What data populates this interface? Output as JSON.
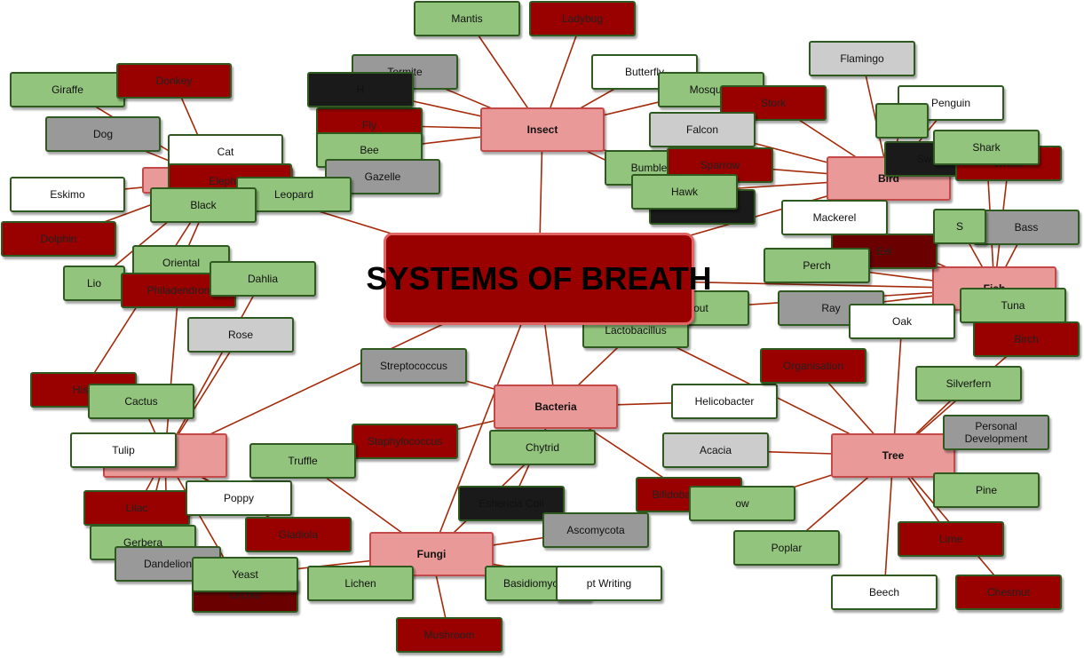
{
  "title": "SYSTEMS OF BREATH",
  "colors": {
    "edge": "#a52a0a",
    "green": "#93c47d",
    "red": "#990000",
    "pink": "#ea9999",
    "border": "#2e5a1f"
  },
  "categories": [
    {
      "id": "insect",
      "label": "Insect"
    },
    {
      "id": "bird",
      "label": "Bird"
    },
    {
      "id": "fish",
      "label": "Fish"
    },
    {
      "id": "bacteria",
      "label": "Bacteria"
    },
    {
      "id": "fungi",
      "label": "Fungi"
    },
    {
      "id": "tree",
      "label": "Tree"
    },
    {
      "id": "mammal",
      "label": ""
    },
    {
      "id": "flower",
      "label": ""
    }
  ],
  "items": [
    {
      "id": "mantis",
      "label": "Mantis",
      "parent": "insect"
    },
    {
      "id": "ladybug",
      "label": "Ladybug",
      "parent": "insect"
    },
    {
      "id": "butterfly",
      "label": "Butterfly",
      "parent": "insect"
    },
    {
      "id": "termite",
      "label": "Termite",
      "parent": "insect"
    },
    {
      "id": "fly",
      "label": "Fly",
      "parent": "insect"
    },
    {
      "id": "bee",
      "label": "Bee",
      "parent": "insect"
    },
    {
      "id": "mosquito",
      "label": "Mosquito",
      "parent": "insect"
    },
    {
      "id": "bumblebee",
      "label": "Bumblebee",
      "parent": "insect"
    },
    {
      "id": "dragonfly",
      "label": "",
      "parent": "insect"
    },
    {
      "id": "hornet",
      "label": "H",
      "parent": "insect"
    },
    {
      "id": "gazelle",
      "label": "Gazelle",
      "parent": "mammal"
    },
    {
      "id": "flamingo",
      "label": "Flamingo",
      "parent": "bird"
    },
    {
      "id": "penguin",
      "label": "Penguin",
      "parent": "bird"
    },
    {
      "id": "stork",
      "label": "Stork",
      "parent": "bird"
    },
    {
      "id": "falcon",
      "label": "Falcon",
      "parent": "bird"
    },
    {
      "id": "sparrow",
      "label": "Sparrow",
      "parent": "bird"
    },
    {
      "id": "hawk",
      "label": "Hawk",
      "parent": "bird"
    },
    {
      "id": "swan",
      "label": "Sw",
      "parent": "bird"
    },
    {
      "id": "eagle",
      "label": "",
      "parent": "bird"
    },
    {
      "id": "whale",
      "label": "Whale",
      "parent": "fish"
    },
    {
      "id": "bass",
      "label": "Bass",
      "parent": "fish"
    },
    {
      "id": "mackerel",
      "label": "Mackerel",
      "parent": "fish"
    },
    {
      "id": "eel",
      "label": "Eel",
      "parent": "fish"
    },
    {
      "id": "perch",
      "label": "Perch",
      "parent": "fish"
    },
    {
      "id": "ray",
      "label": "Ray",
      "parent": "fish"
    },
    {
      "id": "tuna",
      "label": "Tuna",
      "parent": "fish"
    },
    {
      "id": "trout",
      "label": "Trout",
      "parent": "fish"
    },
    {
      "id": "shark",
      "label": "Shark",
      "parent": "fish"
    },
    {
      "id": "salmon",
      "label": "S",
      "parent": "fish"
    },
    {
      "id": "giraffe",
      "label": "Giraffe",
      "parent": "mammal"
    },
    {
      "id": "donkey",
      "label": "Donkey",
      "parent": "mammal"
    },
    {
      "id": "dog",
      "label": "Dog",
      "parent": "mammal"
    },
    {
      "id": "cat",
      "label": "Cat",
      "parent": "mammal"
    },
    {
      "id": "elephant",
      "label": "Elephant",
      "parent": "mammal"
    },
    {
      "id": "leopard",
      "label": "Leopard",
      "parent": "mammal"
    },
    {
      "id": "eskimo",
      "label": "Eskimo",
      "parent": "mammal"
    },
    {
      "id": "black",
      "label": "Black",
      "parent": "mammal"
    },
    {
      "id": "dolphin",
      "label": "Dolphin",
      "parent": "mammal"
    },
    {
      "id": "oriental",
      "label": "Oriental",
      "parent": "mammal"
    },
    {
      "id": "lion",
      "label": "Lio",
      "parent": "mammal"
    },
    {
      "id": "philodendron",
      "label": "Philadendron",
      "parent": "flower"
    },
    {
      "id": "dahlia",
      "label": "Dahlia",
      "parent": "flower"
    },
    {
      "id": "rose",
      "label": "Rose",
      "parent": "flower"
    },
    {
      "id": "hispanic",
      "label": "Hisp",
      "parent": "mammal"
    },
    {
      "id": "cactus",
      "label": "Cactus",
      "parent": "flower"
    },
    {
      "id": "tulip",
      "label": "Tulip",
      "parent": "flower"
    },
    {
      "id": "lilac",
      "label": "Lilac",
      "parent": "flower"
    },
    {
      "id": "poppy",
      "label": "Poppy",
      "parent": "flower"
    },
    {
      "id": "gerbera",
      "label": "Gerbera",
      "parent": "flower"
    },
    {
      "id": "dandelion",
      "label": "Dandelion",
      "parent": "flower"
    },
    {
      "id": "orchid",
      "label": "Orchid",
      "parent": "flower"
    },
    {
      "id": "gladiola",
      "label": "Gladiola",
      "parent": "flower"
    },
    {
      "id": "yeast",
      "label": "Yeast",
      "parent": "fungi"
    },
    {
      "id": "streptococcus",
      "label": "Streptococcus",
      "parent": "bacteria"
    },
    {
      "id": "lactobacillus",
      "label": "Lactobacillus",
      "parent": "bacteria"
    },
    {
      "id": "helicobacter",
      "label": "Helicobacter",
      "parent": "bacteria"
    },
    {
      "id": "staphylococcus",
      "label": "Staphylococcus",
      "parent": "bacteria"
    },
    {
      "id": "bifidobacterium",
      "label": "Bifidobacterium",
      "parent": "bacteria"
    },
    {
      "id": "ecoli",
      "label": "Eshericia Coli",
      "parent": "bacteria"
    },
    {
      "id": "truffle",
      "label": "Truffle",
      "parent": "fungi"
    },
    {
      "id": "chytrid",
      "label": "Chytrid",
      "parent": "fungi"
    },
    {
      "id": "ascomycota",
      "label": "Ascomycota",
      "parent": "fungi"
    },
    {
      "id": "basidiomycota",
      "label": "Basidiomycota",
      "parent": "fungi"
    },
    {
      "id": "lichen",
      "label": "Lichen",
      "parent": "fungi"
    },
    {
      "id": "mushroom",
      "label": "Mushroom",
      "parent": "fungi"
    },
    {
      "id": "script",
      "label": "pt Writing",
      "parent": "fungi"
    },
    {
      "id": "oak",
      "label": "Oak",
      "parent": "tree"
    },
    {
      "id": "organisation",
      "label": "Organisation",
      "parent": "tree"
    },
    {
      "id": "birch",
      "label": "Birch",
      "parent": "tree"
    },
    {
      "id": "silverfern",
      "label": "Silverfern",
      "parent": "tree"
    },
    {
      "id": "personal",
      "label": "Personal\nDevelopment",
      "parent": "tree"
    },
    {
      "id": "acacia",
      "label": "Acacia",
      "parent": "tree"
    },
    {
      "id": "willow",
      "label": "ow",
      "parent": "tree"
    },
    {
      "id": "pine",
      "label": "Pine",
      "parent": "tree"
    },
    {
      "id": "poplar",
      "label": "Poplar",
      "parent": "tree"
    },
    {
      "id": "lime",
      "label": "Lime",
      "parent": "tree"
    },
    {
      "id": "beech",
      "label": "Beech",
      "parent": "tree"
    },
    {
      "id": "chestnut",
      "label": "Chestnut",
      "parent": "tree"
    }
  ]
}
